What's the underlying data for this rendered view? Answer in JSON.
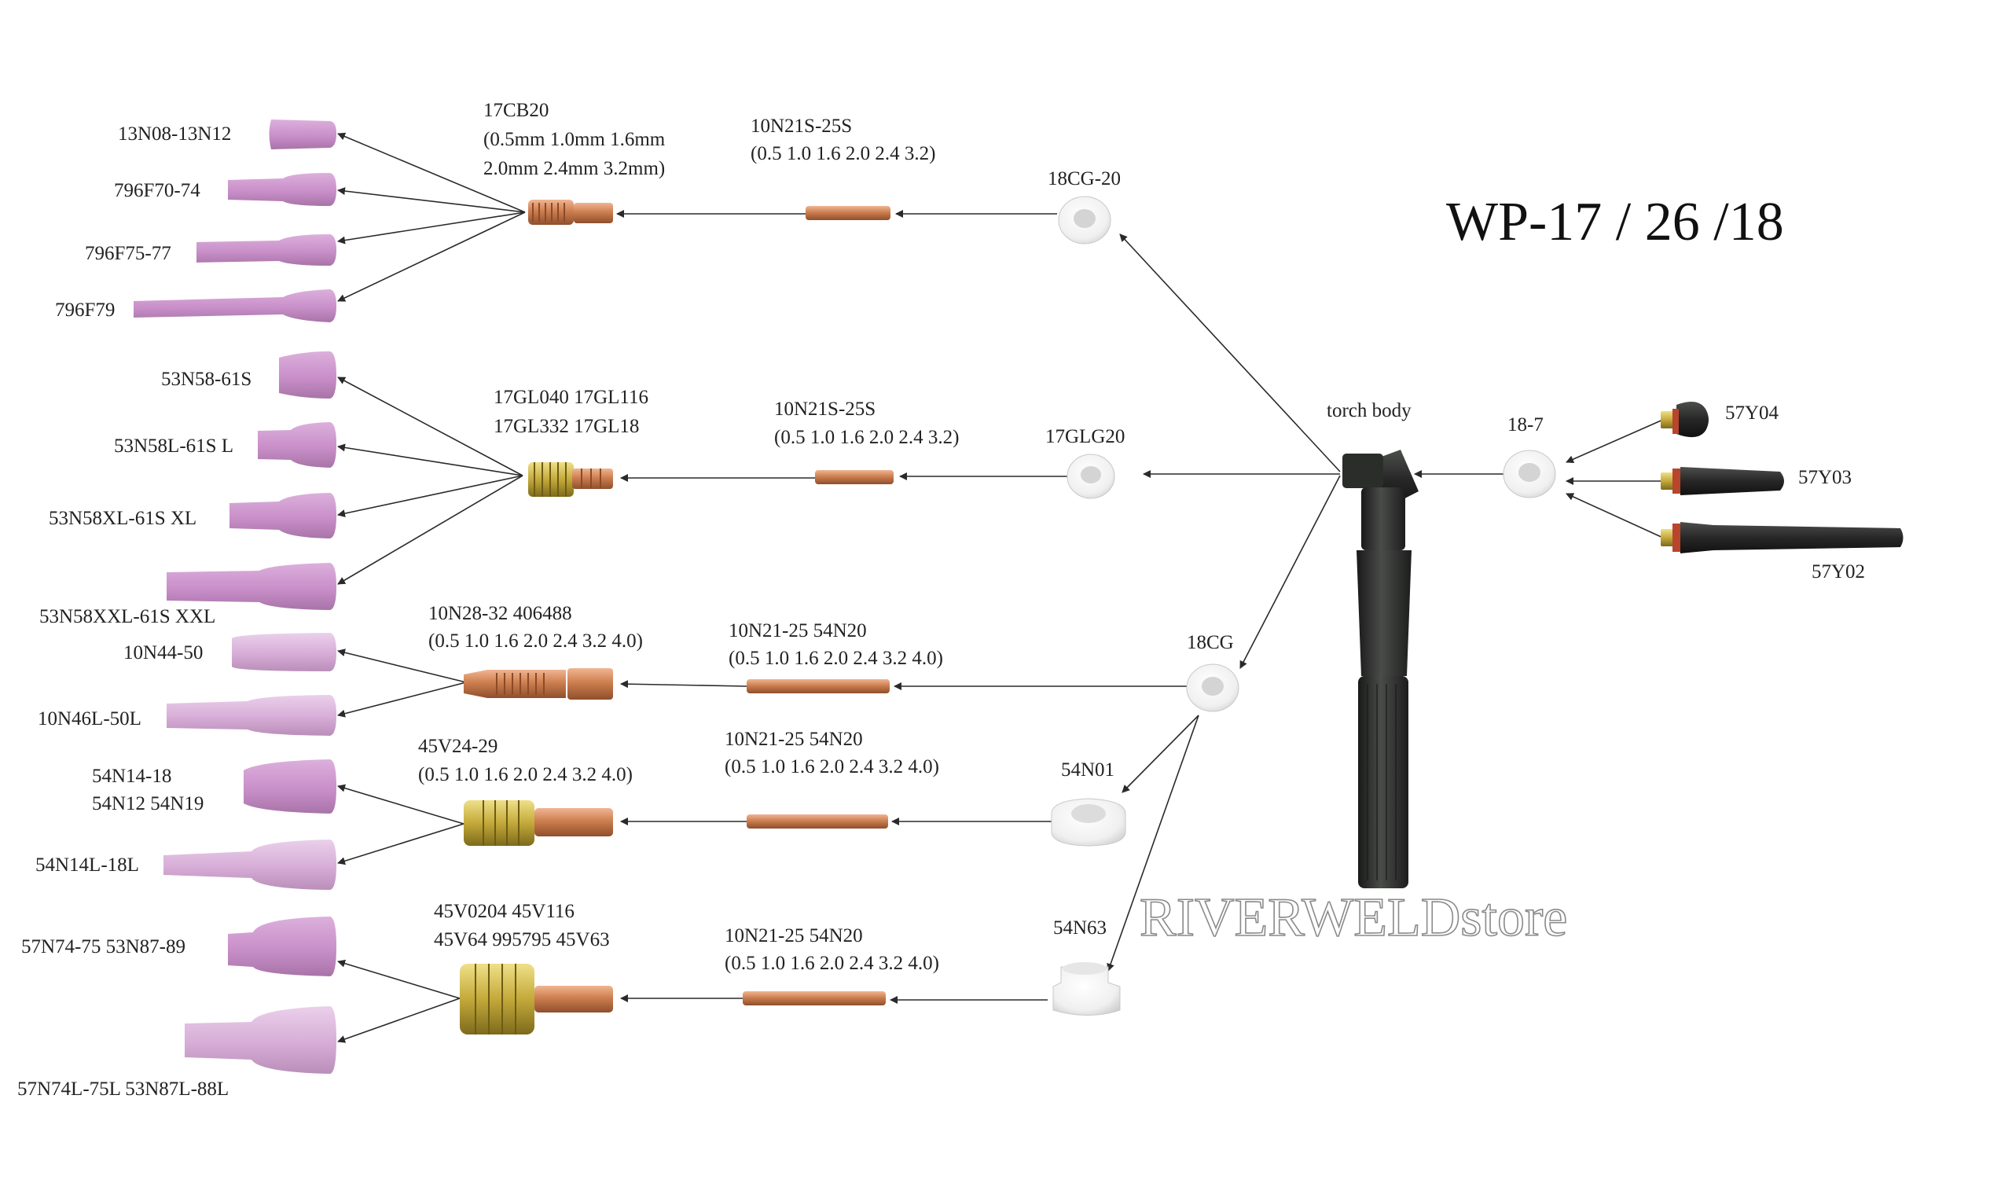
{
  "title": "WP-17 / 26 /18",
  "watermark": "RIVERWELDstore",
  "colors": {
    "background": "#ffffff",
    "cup_pink": "#c98fc9",
    "copper": "#c97a48",
    "brass": "#b69b2e",
    "insulator_white": "#f4f4f4",
    "torch_black": "#2b2d2b",
    "arrow": "#2a2a2a"
  },
  "labels": {
    "cups": {
      "c1": "13N08-13N12",
      "c2": "796F70-74",
      "c3": "796F75-77",
      "c4": "796F79",
      "c5": "53N58-61S",
      "c6": "53N58L-61S L",
      "c7": "53N58XL-61S XL",
      "c8": "53N58XXL-61S XXL",
      "c9": "10N44-50",
      "c10": "10N46L-50L",
      "c11a": "54N14-18",
      "c11b": "54N12  54N19",
      "c12": "54N14L-18L",
      "c13": "57N74-75  53N87-89",
      "c14": "57N74L-75L  53N87L-88L"
    },
    "bodies": {
      "b1a": "17CB20",
      "b1b": "(0.5mm 1.0mm 1.6mm",
      "b1c": "2.0mm 2.4mm 3.2mm)",
      "b2a": "17GL040  17GL116",
      "b2b": "17GL332  17GL18",
      "b3a": "10N28-32  406488",
      "b3b": "(0.5 1.0 1.6 2.0 2.4 3.2 4.0)",
      "b4a": "45V24-29",
      "b4b": "(0.5 1.0 1.6 2.0 2.4 3.2 4.0)",
      "b5a": "45V0204  45V116",
      "b5b": "45V64 995795 45V63"
    },
    "collets": {
      "k1a": "10N21S-25S",
      "k1b": "(0.5 1.0 1.6 2.0 2.4 3.2)",
      "k2a": "10N21S-25S",
      "k2b": "(0.5 1.0 1.6 2.0 2.4 3.2)",
      "k3a": "10N21-25  54N20",
      "k3b": "(0.5 1.0 1.6 2.0 2.4 3.2 4.0)",
      "k4a": "10N21-25  54N20",
      "k4b": "(0.5 1.0 1.6 2.0 2.4 3.2 4.0)",
      "k5a": "10N21-25  54N20",
      "k5b": "(0.5 1.0 1.6 2.0 2.4 3.2 4.0)"
    },
    "insulators": {
      "i1": "18CG-20",
      "i2": "17GLG20",
      "i3": "18CG",
      "i4": "54N01",
      "i5": "54N63",
      "i6": "18-7"
    },
    "torch": "torch body",
    "caps": {
      "cap1": "57Y04",
      "cap2": "57Y03",
      "cap3": "57Y02"
    }
  }
}
